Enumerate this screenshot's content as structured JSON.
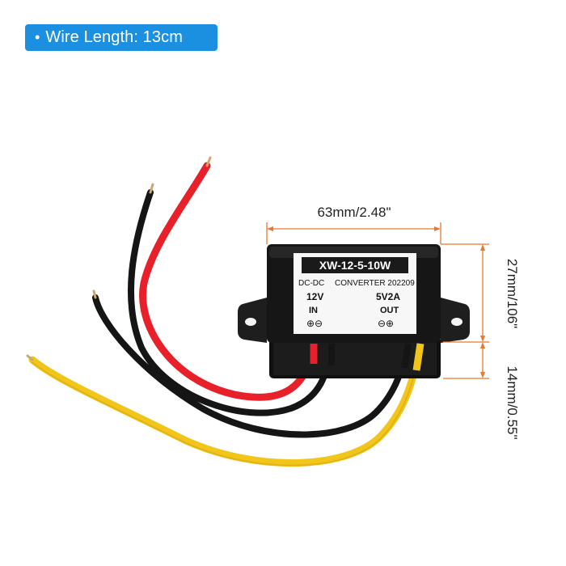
{
  "callout": {
    "bullet": "•",
    "text": "Wire Length: 13cm"
  },
  "dimensions": {
    "length": "63mm/2.48\"",
    "body_height": "27mm/106\"",
    "base_height": "14mm/0.55\""
  },
  "device_label": {
    "model": "XW-12-5-10W",
    "type": "DC-DC",
    "converter": "CONVERTER 202209",
    "input_voltage": "12V",
    "output_rating": "5V2A",
    "input_label": "IN",
    "output_label": "OUT",
    "input_polarity": "⊕⊖",
    "output_polarity": "⊖⊕"
  },
  "colors": {
    "badge": "#1b8fe0",
    "dimension_line": "#e8782e",
    "wire_red": "#e8202a",
    "wire_black": "#151515",
    "wire_yellow": "#f2c51a",
    "housing": "#161616"
  }
}
